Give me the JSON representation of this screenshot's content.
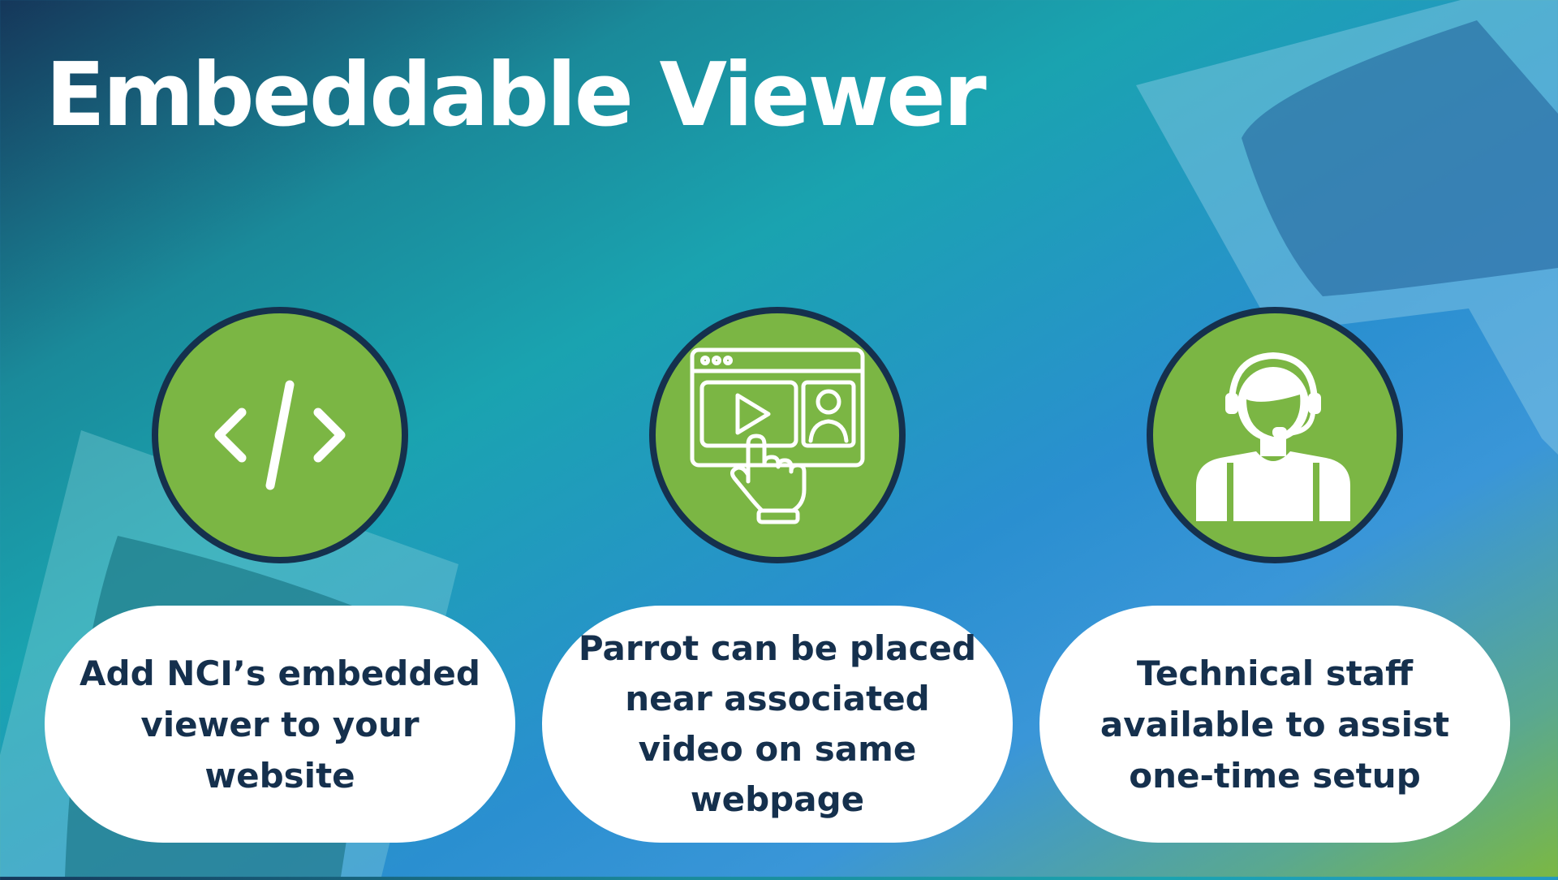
{
  "title": "Embeddable Viewer",
  "colors": {
    "circle_fill": "#7bb644",
    "circle_border": "#15304d",
    "text_dark": "#15304d",
    "pill_bg": "#ffffff",
    "title_text": "#ffffff"
  },
  "features": [
    {
      "icon": "code-icon",
      "text": "Add NCI’s embedded\nviewer to your\nwebsite"
    },
    {
      "icon": "video-browser-touch-icon",
      "text": "Parrot can be placed\nnear associated\nvideo on same\nwebpage"
    },
    {
      "icon": "support-agent-icon",
      "text": "Technical staff\navailable to assist\none-time setup"
    }
  ]
}
